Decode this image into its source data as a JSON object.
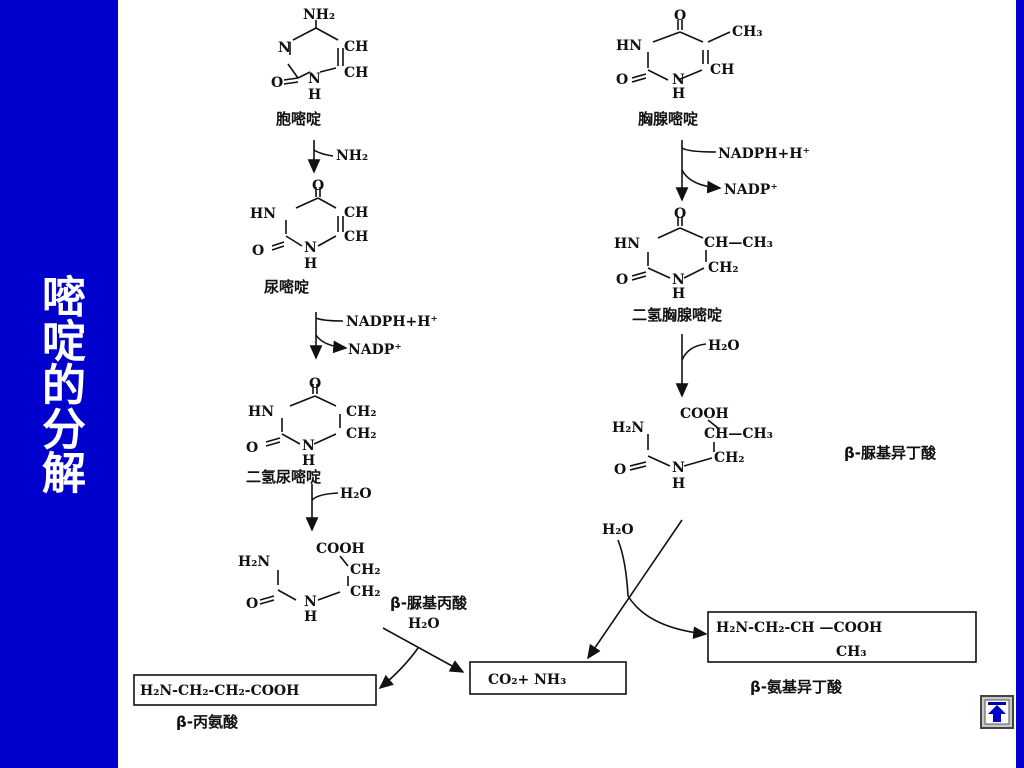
{
  "slide": {
    "title": "嘧啶的分解",
    "colors": {
      "sidebar": "#0000cc",
      "panel": "#ffffff",
      "ink": "#111111"
    }
  },
  "cytosine": {
    "name": "胞嘧啶",
    "atoms": {
      "nh2": "NH₂",
      "n": "N",
      "ch1": "CH",
      "ch2": "CH",
      "o": "O",
      "nh": "N",
      "h": "H"
    },
    "loss": "NH₂"
  },
  "uracil": {
    "name": "尿嘧啶",
    "atoms": {
      "o_top": "O",
      "hn": "HN",
      "ch1": "CH",
      "ch2": "CH",
      "o": "O",
      "n": "N",
      "h": "H"
    },
    "reagent_in": "NADPH+H⁺",
    "reagent_out": "NADP⁺"
  },
  "dihydrouracil": {
    "name": "二氢尿嘧啶",
    "atoms": {
      "o_top": "O",
      "hn": "HN",
      "ch2a": "CH₂",
      "ch2b": "CH₂",
      "o": "O",
      "n": "N",
      "h": "H"
    },
    "water": "H₂O"
  },
  "ureidopropionate": {
    "name": "β-脲基丙酸",
    "atoms": {
      "h2n": "H₂N",
      "cooh": "COOH",
      "ch2a": "CH₂",
      "ch2b": "CH₂",
      "o": "O",
      "n": "N",
      "h": "H"
    },
    "water": "H₂O"
  },
  "thymine": {
    "name": "胸腺嘧啶",
    "atoms": {
      "o_top": "O",
      "hn": "HN",
      "ch3": "CH₃",
      "ch": "CH",
      "o": "O",
      "n": "N",
      "h": "H"
    },
    "reagent_in": "NADPH+H⁺",
    "reagent_out": "NADP⁺"
  },
  "dihydrothymine": {
    "name": "二氢胸腺嘧啶",
    "atoms": {
      "o_top": "O",
      "hn": "HN",
      "chch3": "CH—CH₃",
      "ch2": "CH₂",
      "o": "O",
      "n": "N",
      "h": "H"
    },
    "water": "H₂O"
  },
  "ureidoisobutyrate": {
    "name": "β-脲基异丁酸",
    "atoms": {
      "h2n": "H₂N",
      "cooh": "COOH",
      "chch3": "CH—CH₃",
      "ch2": "CH₂",
      "o": "O",
      "n": "N",
      "h": "H"
    },
    "water": "H₂O"
  },
  "products": {
    "co2_nh3": "CO₂+ NH₃",
    "beta_alanine_formula": "H₂N-CH₂-CH₂-COOH",
    "beta_alanine_name": "β-丙氨酸",
    "aminoisobutyrate_formula": "H₂N-CH₂-CH —COOH",
    "aminoisobutyrate_ch3": "CH₃",
    "aminoisobutyrate_name": "β-氨基异丁酸"
  },
  "nav": {
    "icon": "up-arrow-icon"
  }
}
